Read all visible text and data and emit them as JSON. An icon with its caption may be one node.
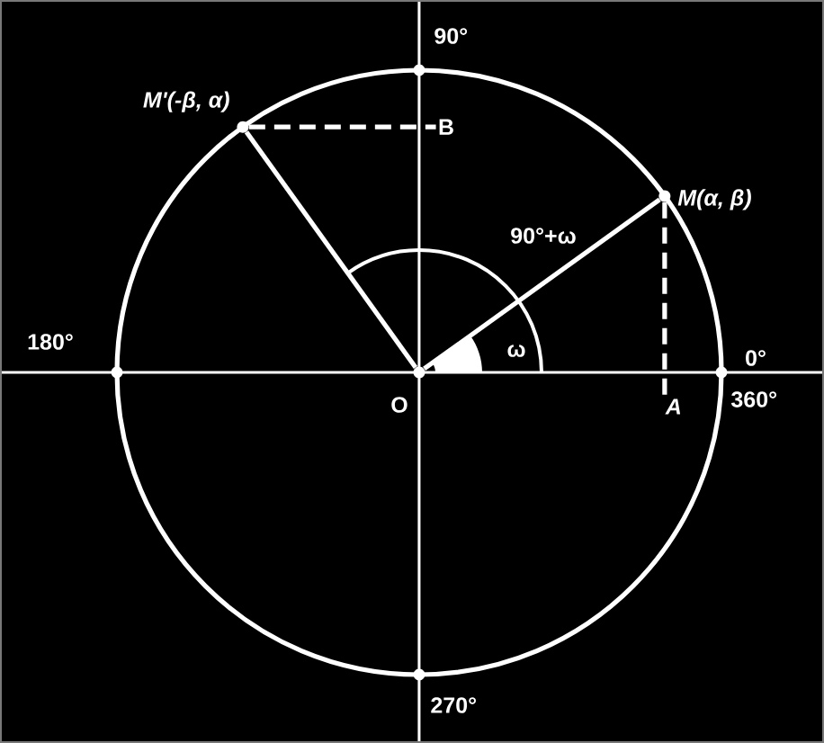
{
  "diagram": {
    "nodes": [
      {
        "text": [],
        "shape": "circle",
        "beside": [
          "M'(-β, α)"
        ]
      },
      {
        "text": [
          "B"
        ]
      },
      {
        "text": [],
        "shape": "circle",
        "beside": [
          "M(α, β)"
        ]
      },
      {
        "text": [],
        "shape": "circle",
        "beside": [
          "O"
        ]
      },
      {
        "text": [
          "A"
        ]
      }
    ],
    "edges": [
      {
        "from": 3,
        "to": 0,
        "arrow": "none"
      },
      {
        "from": 3,
        "to": 2,
        "arrow": "none"
      },
      {
        "from": 0,
        "to": 1,
        "arrow": "none",
        "style": "dashed"
      },
      {
        "from": 2,
        "to": 4,
        "arrow": "none",
        "style": "dashed"
      }
    ],
    "labels": [
      "90°",
      "90°+ω",
      "180°",
      "ω",
      "0°",
      "360°",
      "270°"
    ]
  }
}
